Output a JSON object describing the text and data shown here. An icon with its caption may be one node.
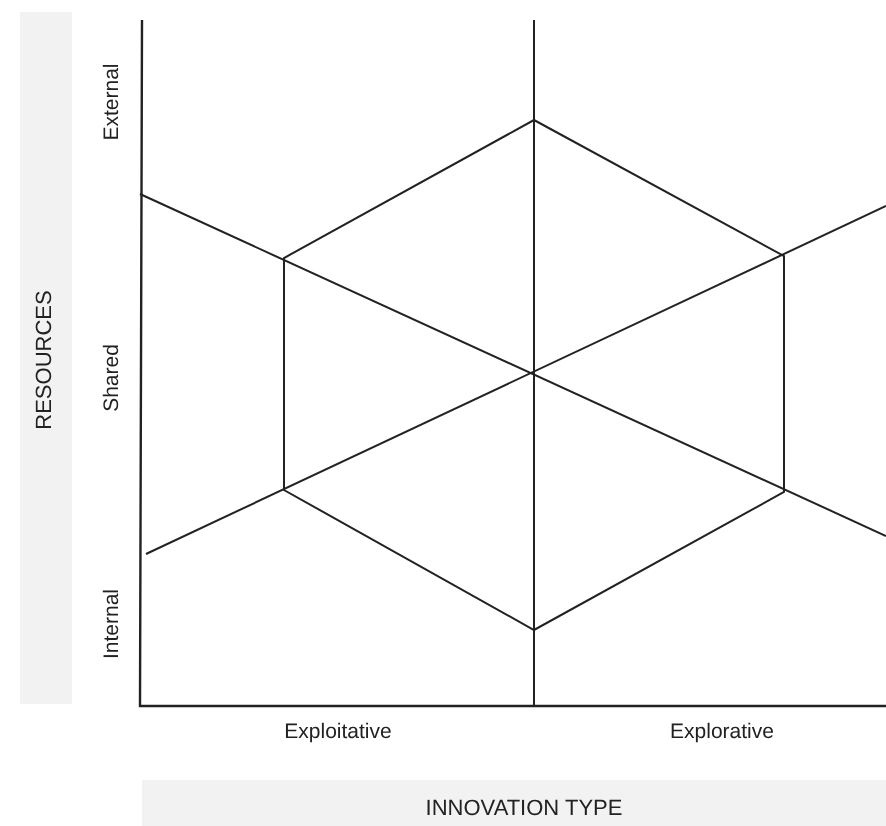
{
  "diagram": {
    "labels": [
      "RESOURCES",
      "External",
      "Shared",
      "Internal",
      "Exploitative",
      "Explorative",
      "INNOVATION TYPE"
    ]
  }
}
